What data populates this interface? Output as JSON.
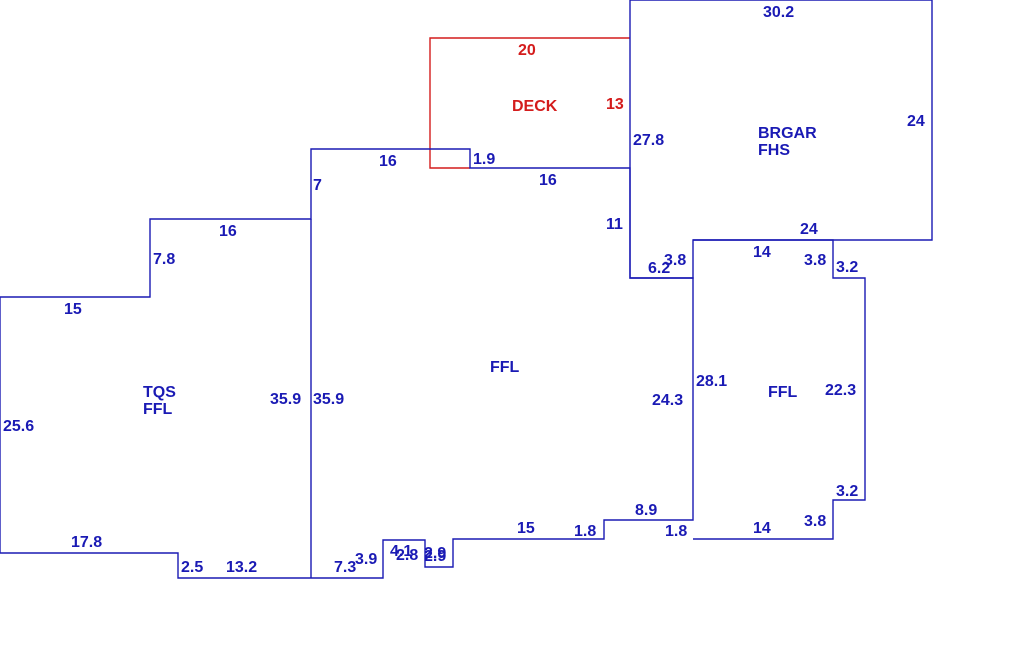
{
  "colors": {
    "main": "#1a1ab4",
    "deck": "#d41c1c"
  },
  "areas": [
    {
      "name": "deck",
      "color": "deck",
      "lines": [
        "DECK"
      ]
    },
    {
      "name": "brgar",
      "color": "main",
      "lines": [
        "BRGAR",
        "FHS"
      ]
    },
    {
      "name": "tqs",
      "color": "main",
      "lines": [
        "TQS",
        "FFL"
      ]
    },
    {
      "name": "ffl-main",
      "color": "main",
      "lines": [
        "FFL"
      ]
    },
    {
      "name": "ffl-right",
      "color": "main",
      "lines": [
        "FFL"
      ]
    }
  ],
  "dimensions": [
    {
      "text": "20",
      "color": "deck"
    },
    {
      "text": "13",
      "color": "deck"
    },
    {
      "text": "30.2",
      "color": "main"
    },
    {
      "text": "24",
      "color": "main"
    },
    {
      "text": "27.8",
      "color": "main"
    },
    {
      "text": "24",
      "color": "main"
    },
    {
      "text": "16",
      "color": "main"
    },
    {
      "text": "1.9",
      "color": "main"
    },
    {
      "text": "16",
      "color": "main"
    },
    {
      "text": "7",
      "color": "main"
    },
    {
      "text": "11",
      "color": "main"
    },
    {
      "text": "16",
      "color": "main"
    },
    {
      "text": "7.8",
      "color": "main"
    },
    {
      "text": "15",
      "color": "main"
    },
    {
      "text": "25.6",
      "color": "main"
    },
    {
      "text": "17.8",
      "color": "main"
    },
    {
      "text": "2.5",
      "color": "main"
    },
    {
      "text": "13.2",
      "color": "main"
    },
    {
      "text": "35.9",
      "color": "main"
    },
    {
      "text": "35.9",
      "color": "main"
    },
    {
      "text": "7.3",
      "color": "main"
    },
    {
      "text": "3.9",
      "color": "main"
    },
    {
      "text": "4.1",
      "color": "main"
    },
    {
      "text": "2.8",
      "color": "main"
    },
    {
      "text": "2.9",
      "color": "main"
    },
    {
      "text": "2.9",
      "color": "main"
    },
    {
      "text": "15",
      "color": "main"
    },
    {
      "text": "1.8",
      "color": "main"
    },
    {
      "text": "8.9",
      "color": "main"
    },
    {
      "text": "1.8",
      "color": "main"
    },
    {
      "text": "24.3",
      "color": "main"
    },
    {
      "text": "6.2",
      "color": "main"
    },
    {
      "text": "3.8",
      "color": "main"
    },
    {
      "text": "14",
      "color": "main"
    },
    {
      "text": "3.8",
      "color": "main"
    },
    {
      "text": "3.2",
      "color": "main"
    },
    {
      "text": "28.1",
      "color": "main"
    },
    {
      "text": "22.3",
      "color": "main"
    },
    {
      "text": "3.2",
      "color": "main"
    },
    {
      "text": "3.8",
      "color": "main"
    },
    {
      "text": "14",
      "color": "main"
    }
  ]
}
